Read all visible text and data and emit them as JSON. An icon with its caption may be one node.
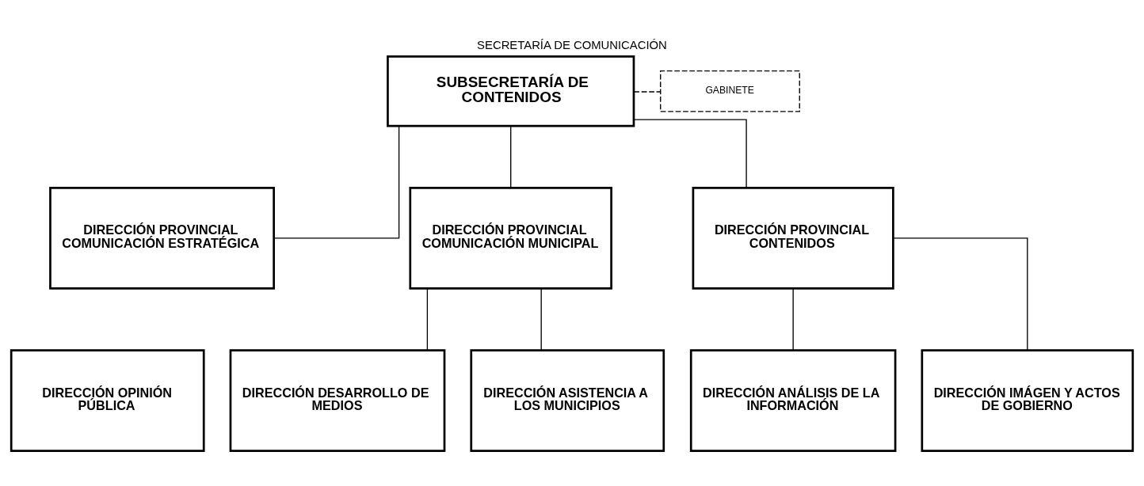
{
  "diagram": {
    "title": "SECRETARÍA DE COMUNICACIÓN",
    "nodes": [
      {
        "text": [
          "SUBSECRETARÍA DE CONTENIDOS"
        ]
      },
      {
        "text": [
          "GABINETE"
        ]
      },
      {
        "text": [
          "DIRECCIÓN PROVINCIAL COMUNICACIÓN ESTRATÉGICA"
        ]
      },
      {
        "text": [
          "DIRECCIÓN PROVINCIAL COMUNICACIÓN MUNICIPAL"
        ]
      },
      {
        "text": [
          "DIRECCIÓN PROVINCIAL CONTENIDOS"
        ]
      },
      {
        "text": [
          "DIRECCIÓN OPINIÓN PÚBLICA"
        ]
      },
      {
        "text": [
          "DIRECCIÓN DESARROLLO DE MEDIOS"
        ]
      },
      {
        "text": [
          "DIRECCIÓN ASISTENCIA A LOS MUNICIPIOS"
        ]
      },
      {
        "text": [
          "DIRECCIÓN ANÁLISIS DE LA INFORMACIÓN"
        ]
      },
      {
        "text": [
          "DIRECCIÓN IMÁGEN Y ACTOS DE GOBIERNO"
        ]
      }
    ],
    "edges": [
      {
        "from": 0,
        "to": 1,
        "arrow": "none",
        "style": "dashed"
      },
      {
        "from": 0,
        "to": 2,
        "arrow": "none"
      },
      {
        "from": 0,
        "to": 3,
        "arrow": "none"
      },
      {
        "from": 0,
        "to": 4,
        "arrow": "none"
      },
      {
        "from": 3,
        "to": 6,
        "arrow": "none"
      },
      {
        "from": 3,
        "to": 7,
        "arrow": "none"
      },
      {
        "from": 4,
        "to": 8,
        "arrow": "none"
      },
      {
        "from": 4,
        "to": 9,
        "arrow": "none"
      }
    ]
  }
}
